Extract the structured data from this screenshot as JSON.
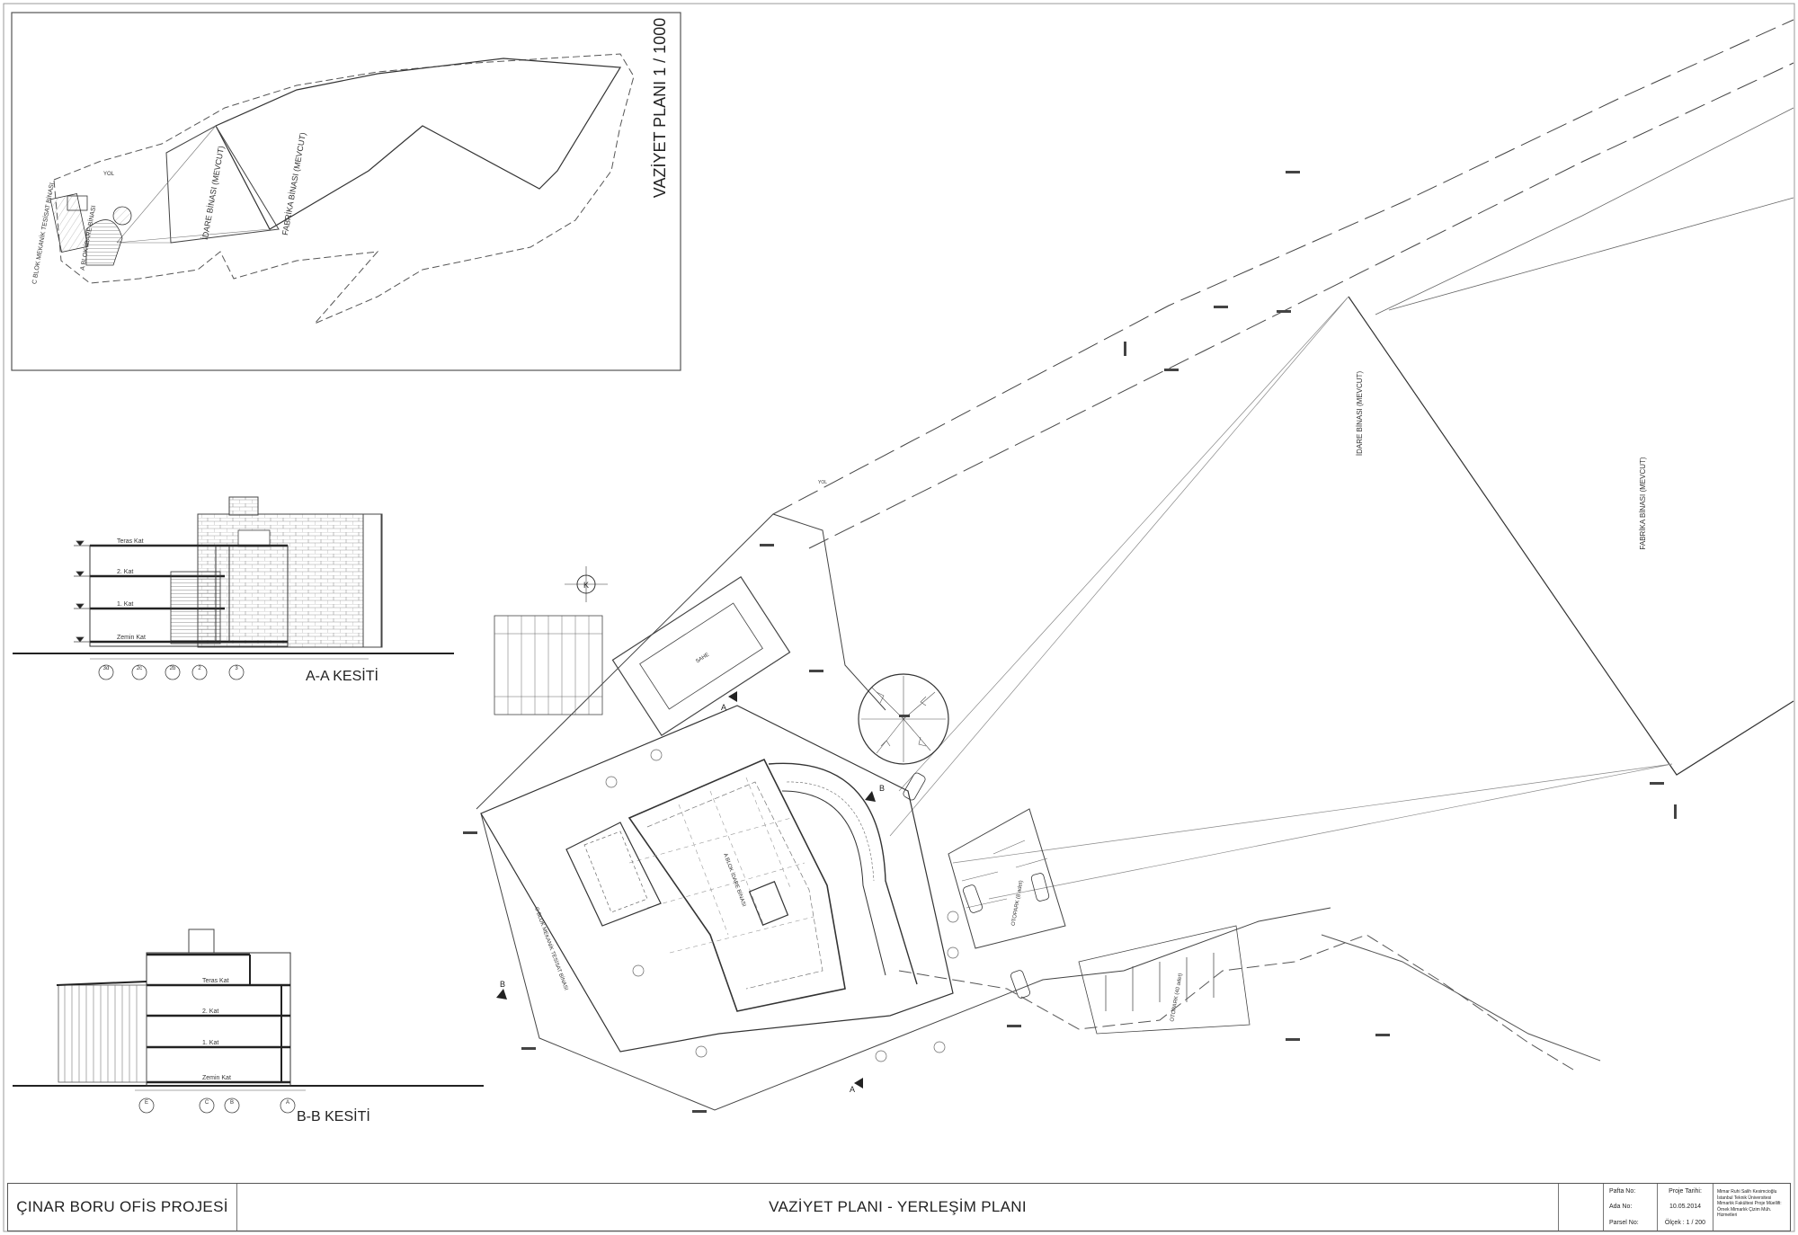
{
  "inset_plan": {
    "title": "VAZİYET PLANI 1 / 1000",
    "labels": {
      "factory": "FABRİKA BİNASI (MEVCUT)",
      "admin": "İDARE BİNASI (MEVCUT)",
      "c_block": "C BLOK MEKANİK TESİSAT BİNASI",
      "a_block": "A BLOK İDARE BİNASI",
      "road": "YOL"
    }
  },
  "section_aa": {
    "title": "A-A KESİTİ",
    "floors": [
      "Teras Kat",
      "2. Kat",
      "1. Kat",
      "Zemin Kat"
    ],
    "axes": [
      "3d",
      "2c",
      "2b",
      "2",
      "3"
    ]
  },
  "section_bb": {
    "title": "B-B KESİTİ",
    "floors": [
      "Teras Kat",
      "2. Kat",
      "1. Kat",
      "Zemin Kat"
    ],
    "axes": [
      "E",
      "C",
      "B",
      "A"
    ]
  },
  "site_plan": {
    "labels": {
      "admin_existing": "İDARE BİNASI (MEVCUT)",
      "factory_existing": "FABRİKA BİNASI (MEVCUT)",
      "a_block": "A BLOK İDARE BİNASI",
      "c_block": "C BLOK MEKANİK TESİSAT BİNASI",
      "pool": "SAHE",
      "parking_small": "OTOPARK (8 adet)",
      "parking_large": "OTOPARK (40 adet)",
      "road": "YOL",
      "north": "K",
      "section_a": "A",
      "section_b": "B"
    }
  },
  "title_block": {
    "project": "ÇINAR BORU OFİS PROJESİ",
    "drawing": "VAZİYET PLANI - YERLEŞİM PLANI",
    "meta": [
      "Pafta No:",
      "Ada No:",
      "Parsel No:"
    ],
    "date_label": "Proje Tarihi:",
    "date": "10.05.2014",
    "scale": "Ölçek : 1 / 200",
    "notes": "Mimar Ruhi Salih Kesimcioğlu İstanbul Teknik Üniversitesi Mimarlık Fakültesi Proje Müellifi: Örnek Mimarlık Çizim Müh. Hizmetleri"
  },
  "colors": {
    "line": "#3a3a3a",
    "hatch": "#8a8a8a",
    "paper": "#ffffff"
  }
}
